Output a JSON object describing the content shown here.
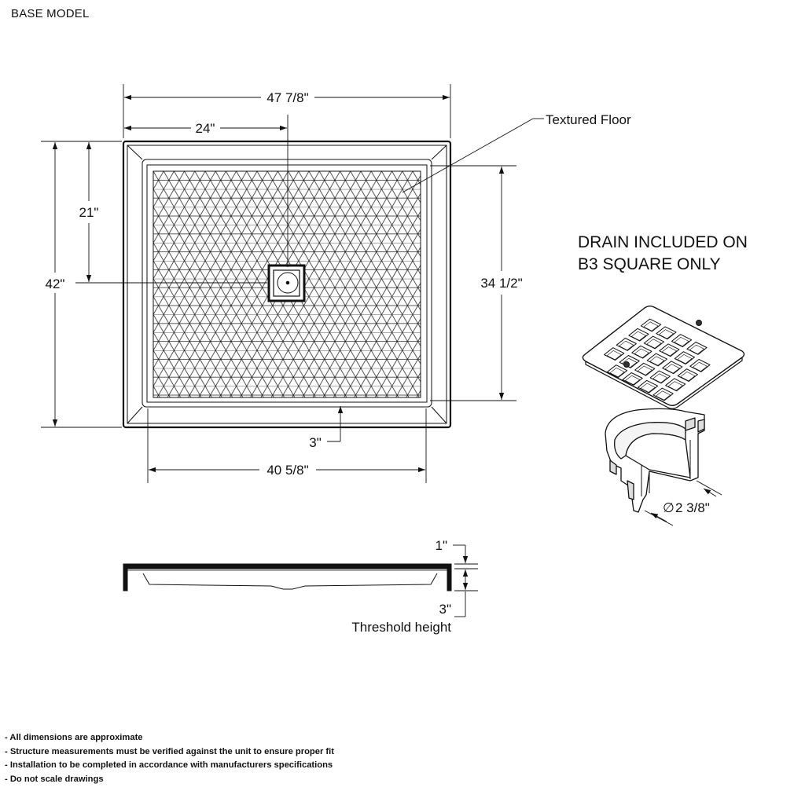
{
  "title": "BASE MODEL",
  "dimensions": {
    "overall_width": "47 7/8\"",
    "drain_offset_x": "24\"",
    "drain_offset_y": "21\"",
    "overall_depth": "42\"",
    "inner_depth": "34 1/2\"",
    "front_ledge": "3\"",
    "inner_width": "40 5/8\"",
    "lip_height": "1\"",
    "threshold_value": "3\"",
    "threshold_label": "Threshold height",
    "drain_diameter": "2 3/8\"",
    "diameter_symbol": "∅"
  },
  "callouts": {
    "textured_floor": "Textured Floor",
    "drain_note_line1": "DRAIN INCLUDED ON",
    "drain_note_line2": "B3 SQUARE ONLY"
  },
  "notes": [
    "- All dimensions are approximate",
    "- Structure measurements must be verified against the unit to ensure proper fit",
    "- Installation to be completed in accordance with manufacturers specifications",
    "- Do not scale drawings"
  ]
}
